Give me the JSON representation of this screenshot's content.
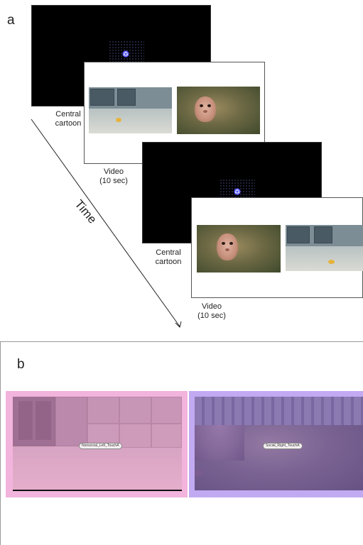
{
  "panel_a": {
    "label": "a",
    "time_label": "Time",
    "captions": {
      "cartoon_1_line1": "Central",
      "cartoon_1_line2": "cartoon",
      "video_1_line1": "Video",
      "video_1_line2": "(10 sec)",
      "cartoon_2_line1": "Central",
      "cartoon_2_line2": "cartoon",
      "video_2_line1": "Video",
      "video_2_line2": "(10 sec)"
    }
  },
  "panel_b": {
    "label": "b",
    "left_tag": "Nonsocial_Left_TouchA",
    "right_tag": "Social_Right_TouchA",
    "left_overlay_color": "#f0a8d8",
    "right_overlay_color": "#b9a1f0"
  },
  "icons": [
    "cartoon-target-icon"
  ]
}
